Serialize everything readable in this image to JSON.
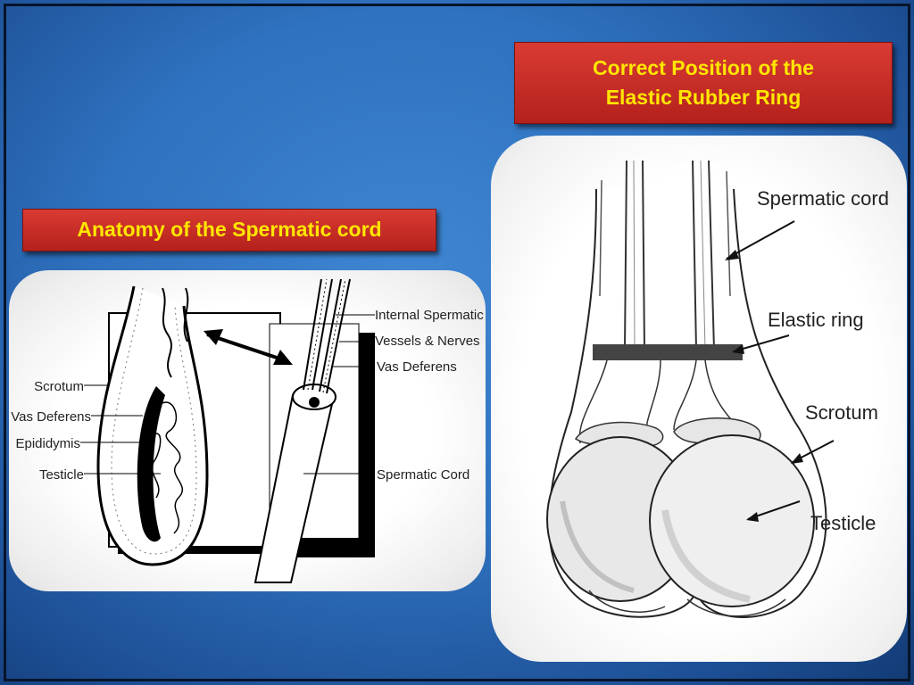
{
  "left_title": "Anatomy of the Spermatic cord",
  "right_title_line1": "Correct Position of the",
  "right_title_line2": "Elastic Rubber Ring",
  "left_labels": {
    "scrotum": "Scrotum",
    "vas_deferens": "Vas Deferens",
    "epididymis": "Epididymis",
    "testicle": "Testicle",
    "internal_spermatic": "Internal Spermatic",
    "vessels_nerves": "Vessels & Nerves",
    "vas_deferens_right": "Vas Deferens",
    "spermatic_cord": "Spermatic Cord"
  },
  "right_labels": {
    "spermatic_cord": "Spermatic cord",
    "elastic_ring": "Elastic ring",
    "scrotum": "Scrotum",
    "testicle": "Testicle"
  },
  "colors": {
    "title_bg": "#c62a24",
    "title_text": "#ffe600",
    "background": "#2f72bf"
  }
}
